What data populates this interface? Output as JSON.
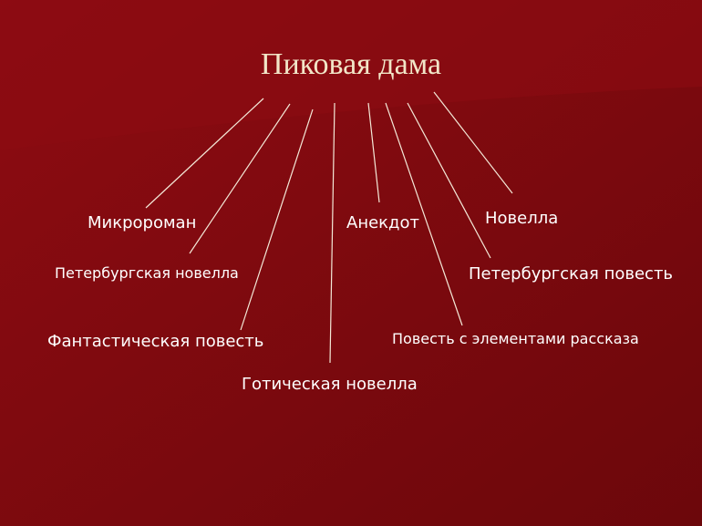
{
  "colors": {
    "background": "#7a0a0e",
    "background_upper": "#8c0c12",
    "title_text": "#f2e6c8",
    "label_text": "#ffffff",
    "lines": "#f4e9d8"
  },
  "title": "Пиковая дама",
  "labels": {
    "mikroroman": "Микророман",
    "anekdot": "Анекдот",
    "novella": "Новелла",
    "peterburg_novella": "Петербургская новелла",
    "peterburg_povest": "Петербургская повесть",
    "fantastic_povest": "Фантастическая повесть",
    "povest_elements": "Повесть с элементами рассказа",
    "gotic_novella": "Готическая новелла"
  }
}
